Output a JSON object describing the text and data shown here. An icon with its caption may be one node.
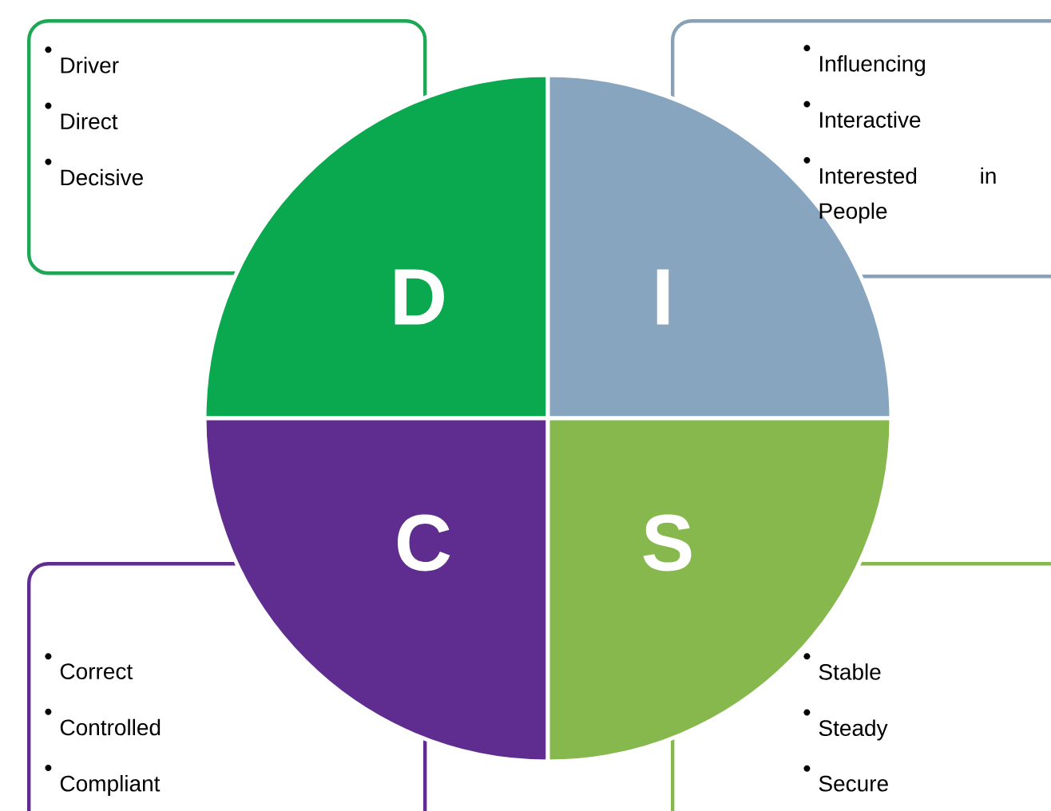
{
  "diagram": {
    "nodes": [
      {
        "text": [
          "Driver",
          "Direct",
          "Decisive"
        ]
      },
      {
        "text": [
          "Influencing",
          "Interactive",
          "Interested in People"
        ]
      },
      {
        "text": [
          "D"
        ]
      },
      {
        "text": [
          "I"
        ]
      },
      {
        "text": [
          "C"
        ]
      },
      {
        "text": [
          "S"
        ]
      },
      {
        "text": [
          "Correct",
          "Controlled",
          "Compliant"
        ]
      },
      {
        "text": [
          "Stable",
          "Steady",
          "Secure"
        ]
      }
    ]
  }
}
